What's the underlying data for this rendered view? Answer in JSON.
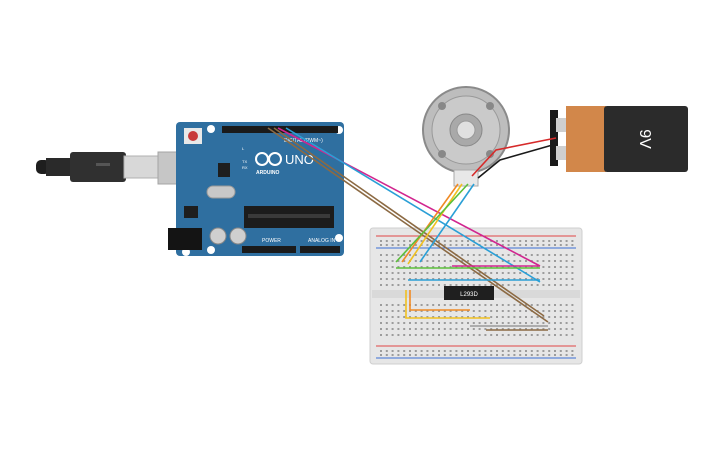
{
  "arduino": {
    "brand": "ARDUINO",
    "model": "UNO",
    "header_digital": "DIGITAL (PWM~)",
    "header_power": "POWER",
    "header_analog": "ANALOG IN",
    "led_tx": "TX",
    "led_rx": "RX",
    "led_l": "L"
  },
  "battery": {
    "label": "9V",
    "body_color": "#d2874a",
    "cap_color": "#2b2b2b"
  },
  "driver_chip": {
    "label": "L293D"
  },
  "wires": {
    "magenta": "#d1268f",
    "blue": "#2a9fd6",
    "brown": "#8c6a43",
    "green": "#5bbf3a",
    "yellow": "#f0c020",
    "orange": "#f08a24",
    "red": "#d62a2a",
    "black": "#1a1a1a",
    "gray": "#9a9a9a"
  },
  "colors": {
    "board": "#2f6fa0",
    "breadboard": "#e6e6e6",
    "rail_red": "#e04545",
    "rail_blue": "#3b6fd4",
    "motor": "#b8b8b8"
  }
}
